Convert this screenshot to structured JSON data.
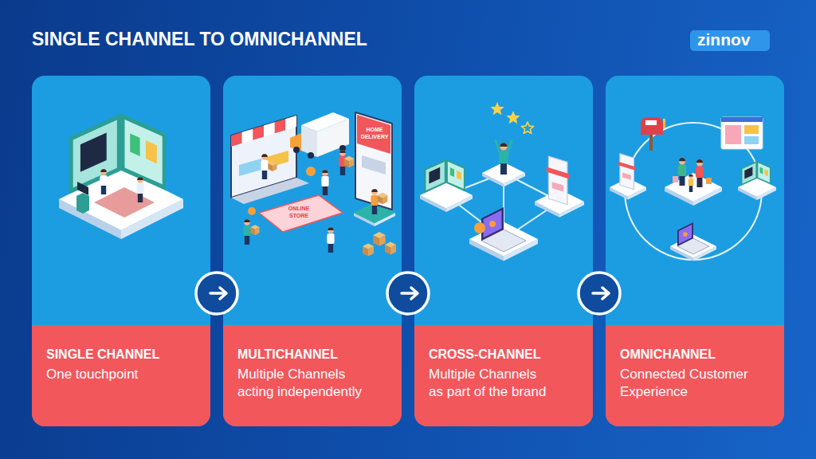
{
  "diagram": {
    "title": "SINGLE CHANNEL TO OMNICHANNEL",
    "nodes": [
      {
        "text": [
          "SINGLE CHANNEL",
          "One touchpoint"
        ]
      },
      {
        "text": [
          "MULTICHANNEL",
          "Multiple Channels acting independently"
        ]
      },
      {
        "text": [
          "CROSS-CHANNEL",
          "Multiple Channels as part of the brand"
        ]
      },
      {
        "text": [
          "OMNICHANNEL",
          "Connected Customer Experience"
        ]
      }
    ],
    "edges": [
      {
        "from": 0,
        "to": 1,
        "arrow": "to"
      },
      {
        "from": 1,
        "to": 2,
        "arrow": "to"
      },
      {
        "from": 2,
        "to": 3,
        "arrow": "to"
      }
    ],
    "labels": [
      "zinnov",
      "HOME DELIVERY",
      "ONLINE STORE"
    ]
  }
}
